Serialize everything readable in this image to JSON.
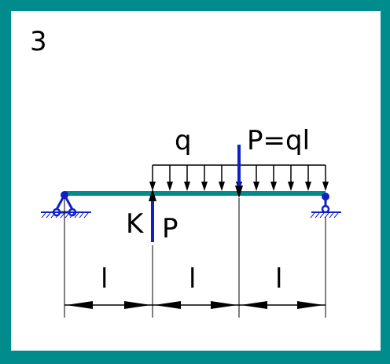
{
  "figure": {
    "number": "3",
    "load_q_label": "q",
    "force_top_label": "P=ql",
    "force_bottom_label": "P",
    "point_label": "K",
    "span_labels": [
      "l",
      "l",
      "l"
    ]
  },
  "colors": {
    "frame": "#008c8c",
    "beam": "#008c8c",
    "force": "#1020c8",
    "ink": "#000000"
  }
}
